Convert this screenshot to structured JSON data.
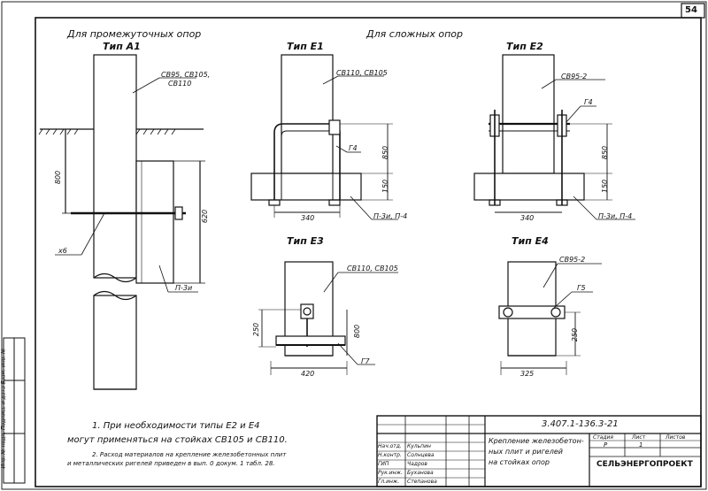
{
  "page_number": "54",
  "headers": {
    "intermediate": "Для промежуточных опор",
    "complex": "Для сложных опор"
  },
  "types": {
    "a1": "Тип А1",
    "e1": "Тип Е1",
    "e2": "Тип Е2",
    "e3": "Тип Е3",
    "e4": "Тип Е4"
  },
  "labels": {
    "a1_pole": "СВ95, СВ105,",
    "a1_pole2": "СВ110",
    "a1_dim_800": "800",
    "a1_dim_620": "620",
    "a1_x6": "х6",
    "a1_p3u": "П-3и",
    "e1_pole": "СВ110, СВ105",
    "e1_g4": "Г4",
    "e1_850": "850",
    "e1_150": "150",
    "e1_340": "340",
    "e1_p": "П-3и, П-4",
    "e2_pole": "СВ95-2",
    "e2_g4": "Г4",
    "e2_850": "850",
    "e2_150": "150",
    "e2_340": "340",
    "e2_p": "П-3и, П-4",
    "e3_pole": "СВ110, СВ105",
    "e3_250": "250",
    "e3_800": "800",
    "e3_420": "420",
    "e3_g7": "Г7",
    "e4_pole": "СВ95-2",
    "e4_g5": "Г5",
    "e4_250": "250",
    "e4_325": "325"
  },
  "notes": {
    "n1a": "1. При необходимости типы Е2 и Е4",
    "n1b": "могут применяться   на стойках СВ105 и СВ110.",
    "n2a": "2. Расход материалов на крепление железобетонных плит",
    "n2b": "и металлических ригелей приведен в вып. 0 докум. 1 табл. 28."
  },
  "side_stamp": "Инв. № подл.   Подпись и дата   Взам. инв. №",
  "title_block": {
    "code": "3.407.1-136.3-21",
    "description": [
      "Крепление железобетон-",
      "ных плит и ригелей",
      "на стойках опор"
    ],
    "stage_label": "Стадия",
    "sheet_label": "Лист",
    "sheets_label": "Листов",
    "stage": "Р",
    "sheet": "1",
    "org": "СЕЛЬЭНЕРГОПРОЕКТ",
    "rows": [
      {
        "role": "Нач.отд.",
        "name": "Кульпин"
      },
      {
        "role": "Н.контр.",
        "name": "Солнцева"
      },
      {
        "role": "ГИП",
        "name": "Чадров"
      },
      {
        "role": "Рук.инж.",
        "name": "Буханова"
      },
      {
        "role": "Гл.инж.",
        "name": "Степанова"
      }
    ]
  }
}
